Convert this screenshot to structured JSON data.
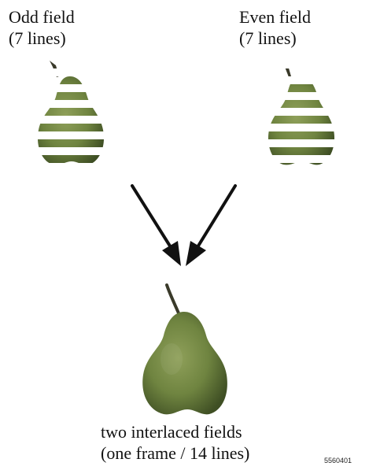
{
  "odd_field": {
    "label": "Odd field\n(7 lines)"
  },
  "even_field": {
    "label": "Even field\n(7 lines)"
  },
  "result": {
    "label": "two interlaced fields\n(one frame / 14 lines)"
  },
  "figure_id": "5560401",
  "colors": {
    "pear_light": "#8fa05a",
    "pear_mid": "#6f8440",
    "pear_dark": "#48592a",
    "stem": "#3a3a2a",
    "arrow": "#111111"
  },
  "icons": [
    "pear-image",
    "arrow"
  ]
}
